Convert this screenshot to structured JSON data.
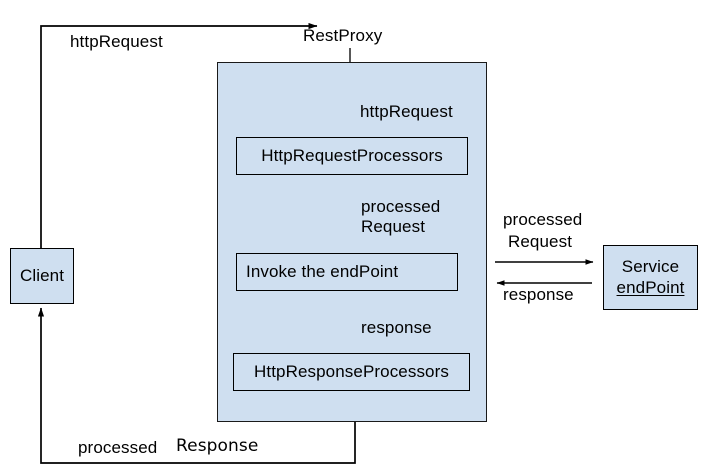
{
  "diagram": {
    "title_label": "RestProxy",
    "colors": {
      "node_fill": "#cfdff0",
      "stroke": "#000000",
      "background": "#ffffff"
    },
    "nodes": {
      "client": {
        "label": "Client"
      },
      "http_request_processors": {
        "label": "HttpRequestProcessors"
      },
      "invoke_endpoint": {
        "label": "Invoke the endPoint"
      },
      "http_response_processors": {
        "label": "HttpResponseProcessors"
      },
      "service_endpoint": {
        "line1": "Service",
        "line2": "endPoint"
      }
    },
    "edge_labels": {
      "client_to_proxy": "httpRequest",
      "proxy_to_request_processors": "httpRequest",
      "request_processors_to_invoke_line1": "processed",
      "request_processors_to_invoke_line2": "Request",
      "invoke_to_response_processors": "response",
      "proxy_to_service_line1": "processed",
      "proxy_to_service_line2": "Request",
      "service_to_proxy": "response",
      "response_back_to_client_part1": "processed",
      "response_back_to_client_part2": "Response"
    }
  }
}
